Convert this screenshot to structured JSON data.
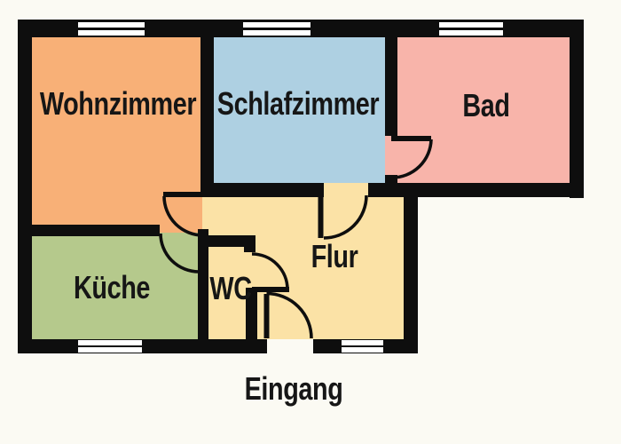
{
  "floorplan": {
    "background_color": "#FBFAF3",
    "wall_color": "#0E0E0E",
    "window_color": "#FFFFFF",
    "rooms": [
      {
        "id": "wohnzimmer",
        "label": "Wohnzimmer",
        "color": "#F8B077"
      },
      {
        "id": "schlafzimmer",
        "label": "Schlafzimmer",
        "color": "#AED0E2"
      },
      {
        "id": "bad",
        "label": "Bad",
        "color": "#F8B4AA"
      },
      {
        "id": "kueche",
        "label": "Küche",
        "color": "#B5C98C"
      },
      {
        "id": "wc",
        "label": "WC",
        "color": "#FBE2A6"
      },
      {
        "id": "flur",
        "label": "Flur",
        "color": "#FBE2A6"
      }
    ],
    "entrance": {
      "label": "Eingang"
    },
    "doors": [
      "wohnzimmer",
      "schlafzimmer",
      "bad",
      "kueche",
      "wc",
      "eingang"
    ],
    "windows": [
      "wohnzimmer",
      "schlafzimmer",
      "bad",
      "kueche",
      "flur"
    ]
  }
}
